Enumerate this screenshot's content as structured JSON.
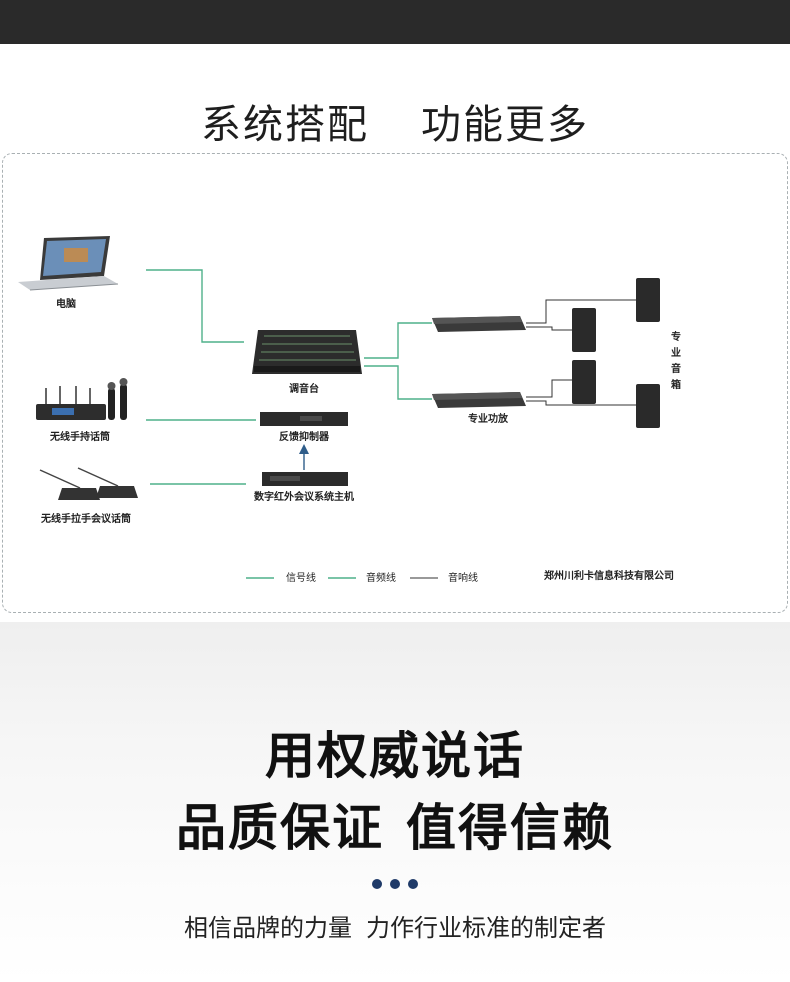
{
  "header": {
    "title_left": "系统搭配",
    "title_right": "功能更多"
  },
  "devices": {
    "computer": "电脑",
    "wireless_handheld_mic": "无线手持话筒",
    "wireless_conference_mic": "无线手拉手会议话筒",
    "mixer": "调音台",
    "feedback_suppressor": "反馈抑制器",
    "conference_host": "数字红外会议系统主机",
    "amplifier": "专业功放",
    "speakers": "专业音箱"
  },
  "legend": {
    "signal_line": "信号线",
    "audio_line": "音频线",
    "speaker_line": "音响线"
  },
  "company": "郑州川利卡信息科技有限公司",
  "slogans": {
    "line1": "用权威说话",
    "line2_left": "品质保证",
    "line2_right": "值得信赖"
  },
  "subline": {
    "left": "相信品牌的力量",
    "right": "力作行业标准的制定者"
  },
  "colors": {
    "topbar": "#2a2a2a",
    "signal_line": "#4fb18a",
    "speaker_line": "#333333",
    "arrow": "#2f5d8a",
    "dots": "#1f3a68"
  }
}
